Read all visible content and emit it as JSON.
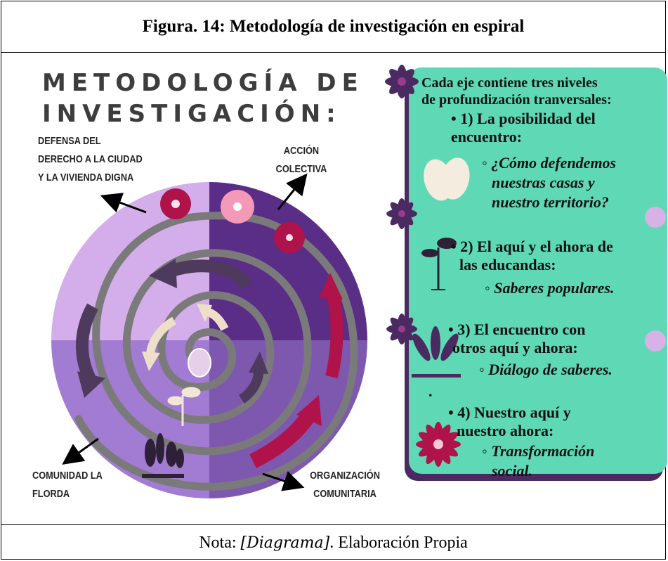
{
  "caption": "Figura. 14: Metodología de investigación en espiral",
  "title_line1": "METODOLOGÍA DE",
  "title_line2": "INVESTIGACIÓN:",
  "labels": {
    "defensa_1": "DEFENSA DEL",
    "defensa_2": "DERECHO A LA CIUDAD",
    "defensa_3": "Y LA VIVIENDA DIGNA",
    "accion_1": "ACCIÓN",
    "accion_2": "COLECTIVA",
    "comunidad_1": "COMUNIDAD LA",
    "comunidad_2": "FLORDA",
    "organizacion_1": "ORGANIZACIÓN",
    "organizacion_2": "COMUNITARIA"
  },
  "panel": {
    "intro_1": "Cada eje contiene tres niveles",
    "intro_2": "de profundización tranversales:",
    "item1_a": "• 1)  La  posibilidad  del",
    "item1_b": "encuentro:",
    "item1_sub_1": "◦ ¿Cómo  defendemos",
    "item1_sub_2": "nuestras   casas   y",
    "item1_sub_3": "nuestro territorio?",
    "item2_a": "• 2) El aquí y el ahora de",
    "item2_b": "las educandas:",
    "item2_sub": "◦ Saberes populares.",
    "item3_a": "• 3)   El   encuentro   con",
    "item3_b": "otros aquí y ahora:",
    "item3_sub": "◦ Diálogo de saberes.",
    "dot_line": ".",
    "item4_a": "• 4)     Nuestro     aquí     y",
    "item4_b": "nuestro ahora:",
    "item4_sub_1": "◦ Transformación",
    "item4_sub_2": "social."
  },
  "note_prefix": "Nota: ",
  "note_italic": "[Diagrama]",
  "note_suffix": ". Elaboración Propia",
  "icons": [
    "flower-icon",
    "leaf-icon",
    "sprout-icon",
    "plant-icon",
    "seed-icon",
    "arrow-icon"
  ],
  "colors": {
    "quadrant_top_left": "#d4aeea",
    "quadrant_top_right": "#5a2d86",
    "quadrant_bottom_left": "#a27bd2",
    "quadrant_bottom_right": "#7d58ae",
    "spiral": "#7a7a7a",
    "panel": "#5fd9b5",
    "flower_dark": "#b0124a",
    "flower_pink": "#f49ab8"
  }
}
